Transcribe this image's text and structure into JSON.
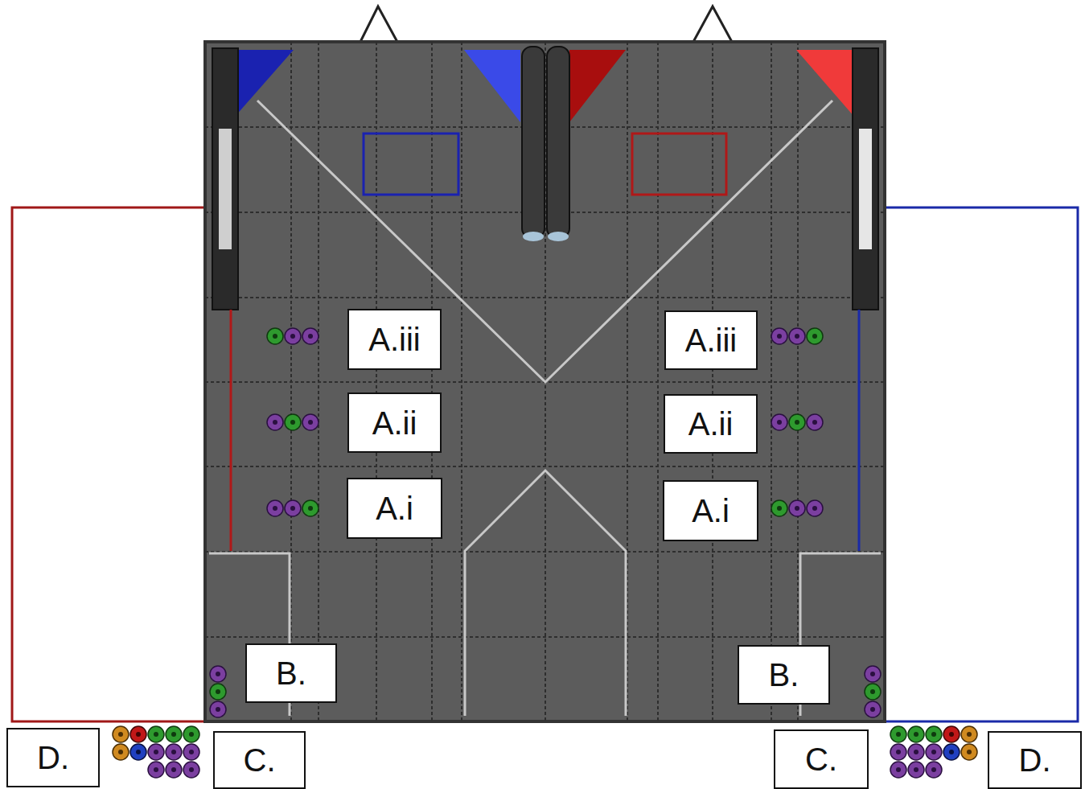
{
  "diagram": {
    "nodes": [
      {
        "text": [
          "A.iii"
        ]
      },
      {
        "text": [
          "A.iii"
        ]
      },
      {
        "text": [
          "A.ii"
        ]
      },
      {
        "text": [
          "A.ii"
        ]
      },
      {
        "text": [
          "A.i"
        ]
      },
      {
        "text": [
          "A.i"
        ]
      },
      {
        "text": [
          "B."
        ]
      },
      {
        "text": [
          "B."
        ]
      },
      {
        "text": [
          "D."
        ]
      },
      {
        "text": [
          "C."
        ]
      },
      {
        "text": [
          "C."
        ]
      },
      {
        "text": [
          "D."
        ]
      }
    ]
  }
}
